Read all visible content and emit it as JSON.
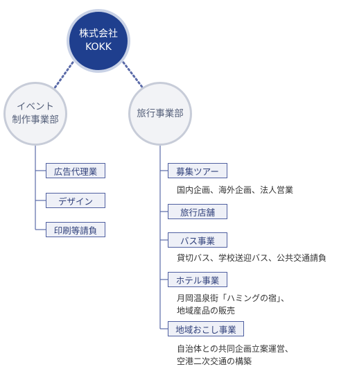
{
  "root": {
    "line1": "株式会社",
    "line2": "KOKK"
  },
  "branches": [
    {
      "line1": "イベント",
      "line2": "制作事業部",
      "items": [
        "広告代理業",
        "デザイン",
        "印刷等請負"
      ]
    },
    {
      "line1": "旅行事業部",
      "items": [
        {
          "label": "募集ツアー",
          "desc": [
            "国内企画、海外企画、法人営業"
          ]
        },
        {
          "label": "旅行店舗",
          "desc": []
        },
        {
          "label": "バス事業",
          "desc": [
            "貸切バス、学校送迎バス、公共交通請負"
          ]
        },
        {
          "label": "ホテル事業",
          "desc": [
            "月岡温泉街「ハミングの宿」、",
            "地域産品の販売"
          ]
        },
        {
          "label": "地域おこし事業",
          "desc": [
            "自治体との共同企画立案運営、",
            "空港二次交通の構築"
          ]
        }
      ]
    }
  ],
  "colors": {
    "root_fill": "#1f3f8e",
    "box_border": "#4f5fa0",
    "line": "#5a6aa8"
  }
}
